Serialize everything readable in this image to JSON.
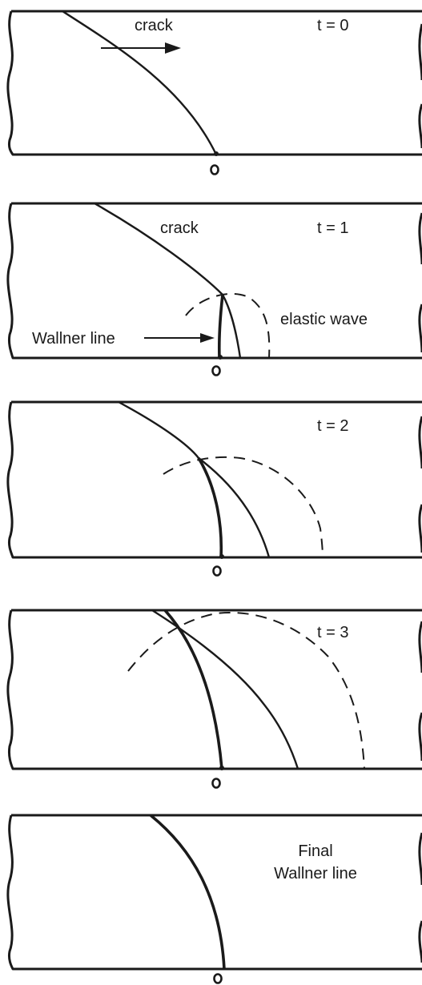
{
  "panels": [
    {
      "time_label": "t = 0",
      "crack_label": "crack"
    },
    {
      "time_label": "t = 1",
      "crack_label": "crack",
      "wave_label": "elastic wave",
      "wallner_label": "Wallner line"
    },
    {
      "time_label": "t = 2"
    },
    {
      "time_label": "t = 3"
    },
    {
      "final_label_line1": "Final",
      "final_label_line2": "Wallner line"
    }
  ]
}
